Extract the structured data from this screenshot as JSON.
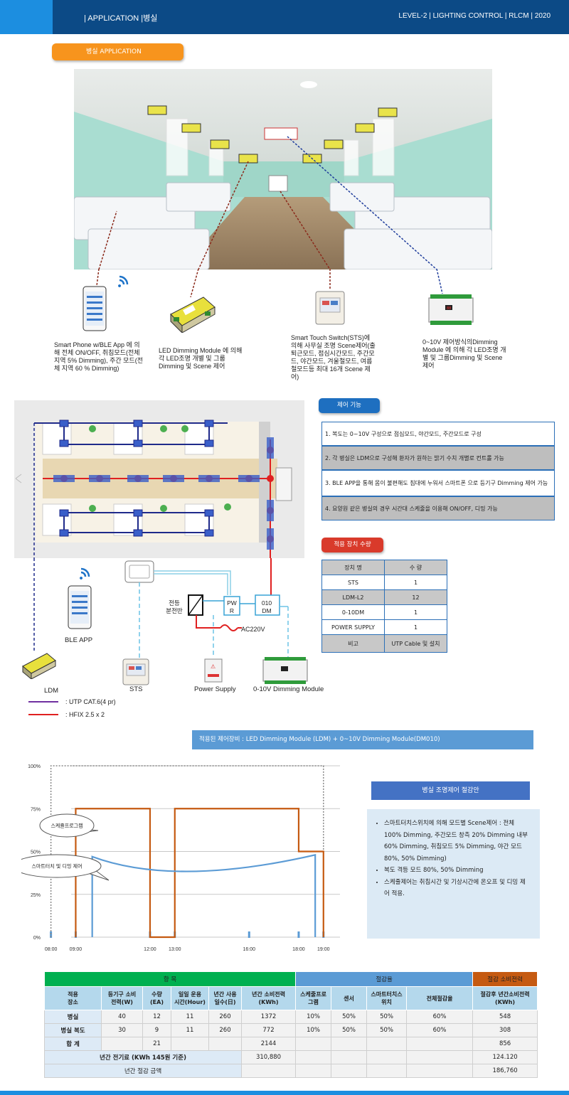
{
  "header": {
    "left": "| APPLICATION |병실",
    "right": "LEVEL-2  |  LIGHTING CONTROL  | RLCM  |  2020"
  },
  "section_title": "병실 APPLICATION",
  "photo_captions": {
    "phone": "Smart Phone w/BLE App 에 의해 전체 ON/OFF, 취침모드(전체 지역 5% Dimming), 주간 모드(전체 지역 60 % Dimming)",
    "ldm": "LED Dimming Module 에 의해  각 LED조명 개별 및 그룹Dimming  및 Scene 제어",
    "sts": "Smart Touch Switch(STS)에 의해 사무실 조명 Scene제어(출퇴근모드, 점심시간모드, 주간모드, 야간모드, 겨울철모드, 여름철모드등 최대 16개 Scene 제어)",
    "dm": "0~10V 제어방식의Dimming Module 에 의해  각 LED조명 개별 및 그룹Dimming  및 Scene 제어"
  },
  "control": {
    "title": "제어 기능",
    "items": [
      "1. 복도는 0~10V 구성으로 점심모드, 야간모드, 주간모드로 구성",
      "2. 각 병실은 LDM으로 구성해 환자가 원하는 밝기 수치 개별로 컨트롤 가능",
      "3. BLE APP을 통해 몸이 불편해도 침대에 누워서 스마트폰 으로 등기구 Dimming 제어 가능",
      "4. 요양원 같은 병실의 경우 시간대 스케줄을 이용해 ON/OFF, 디밍 가능"
    ]
  },
  "equipment": {
    "title": "적용 장치 수량",
    "headers": [
      "장치 명",
      "수 량"
    ],
    "rows": [
      [
        "STS",
        "1"
      ],
      [
        "LDM-L2",
        "12"
      ],
      [
        "0-10DM",
        "1"
      ],
      [
        "POWER SUPPLY",
        "1"
      ],
      [
        "비고",
        "UTP Cable 및 설치"
      ]
    ]
  },
  "diagram": {
    "ble_app": "BLE APP",
    "ldm": "LDM",
    "sts": "STS",
    "power_supply": "Power Supply",
    "dimming_module": "0-10V Dimming Module",
    "panel": "전등\n분전반",
    "pwr": "PW\nR",
    "dm010": "010\nDM",
    "ac": "AC220V",
    "legend_utp": ": UTP CAT.6(4 pr)",
    "legend_hfix": ": HFIX 2.5 x 2",
    "utp_color": "#7030a0",
    "hfix_color": "#e02020"
  },
  "banner": "적용된 제어장비 :  LED Dimming Module (LDM) + 0~10V Dimming Module(DM010)",
  "chart_data": {
    "type": "line",
    "y_ticks": [
      "100%",
      "75%",
      "50%",
      "25%",
      "0%"
    ],
    "x_ticks": [
      "08:00",
      "09:00",
      "12:00",
      "13:00",
      "16:00",
      "18:00",
      "19:00"
    ],
    "annotations": [
      "스케쥴프로그램",
      "스마트터치 및 디밍 제어"
    ],
    "series": [
      {
        "x": [
          "08:00",
          "08:00",
          "19:00",
          "19:00"
        ],
        "y": [
          0,
          100,
          100,
          0
        ],
        "color": "#888888"
      },
      {
        "x": [
          "09:00",
          "09:00",
          "12:00",
          "12:00",
          "13:00",
          "13:00",
          "18:00",
          "18:00",
          "19:00",
          "19:00"
        ],
        "y": [
          0,
          75,
          75,
          0,
          0,
          75,
          75,
          50,
          50,
          0
        ],
        "color": "#c55a11"
      },
      {
        "x": [
          "09:40",
          "13:00",
          "18:40"
        ],
        "y": [
          47,
          40,
          48
        ],
        "color": "#5b9bd5"
      }
    ],
    "ylim": [
      0,
      100
    ]
  },
  "saving": {
    "title": "병실  조명제어 절감안",
    "bullets": [
      "스마트터치스위치에 의해 모드별 Scene제어 : 전체 100% Dimming, 주간모드 창측 20% Dimming 내부 60% Dimming, 취침모드 5% Dimming, 야간 모드 80%, 50% Dimming)",
      "복도 격등 모드 80%, 50% Dimming",
      "스케줄제어는 취침시간 및 기상시간에 온오프 및 디밍 제어 적용."
    ]
  },
  "table": {
    "groups": [
      "항      목",
      "절감율",
      "절감 소비전력"
    ],
    "headers": [
      "적용\n장소",
      "등기구 소비\n전력(W)",
      "수량\n(EA)",
      "일일 운용\n시간(Hour)",
      "년간 사용\n일수(日)",
      "년간  소비전력\n(KWh)",
      "스케줄프로\n그램",
      "센서",
      "스마트터치스\n위치",
      "전체절감율",
      "절감후 년간소비전력\n(KWh)"
    ],
    "rows": [
      [
        "병실",
        "40",
        "12",
        "11",
        "260",
        "1372",
        "10%",
        "50%",
        "50%",
        "60%",
        "548"
      ],
      [
        "병실 복도",
        "30",
        "9",
        "11",
        "260",
        "772",
        "10%",
        "50%",
        "50%",
        "60%",
        "308"
      ]
    ],
    "total_label": "합  계",
    "total_qty": "21",
    "total_kwh": "2144",
    "total_after": "856",
    "annual_fee_label": "년간 전기료 (KWh 145원 기준)",
    "annual_fee": "310,880",
    "annual_fee_after": "124.120",
    "annual_saving_label": "년간 절감 금액",
    "annual_saving": "186,760"
  }
}
